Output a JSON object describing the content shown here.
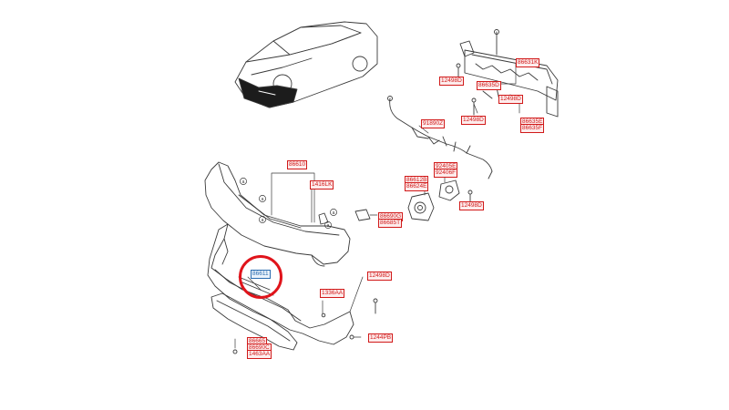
{
  "colors": {
    "line": "#3a3a3a",
    "label_text": "#d11a1a",
    "label_fill": "#fdecec",
    "highlight_label": "#2a6cb0",
    "callout": "#e0141b"
  },
  "labels": {
    "l86631K": "86631K",
    "l12498D_a": "12498D",
    "l86635D": "86635D",
    "l12498D_b": "12498D",
    "l12498D_c": "12498D",
    "l86635E": "86635E",
    "l86635F": "86635F",
    "l91890Z": "91890Z",
    "l86610": "86610",
    "l1416LK": "1416LK",
    "l86612B": "86612B",
    "l86624E": "86624E",
    "l92405E": "92405E",
    "l92406F": "92406F",
    "l12498D_d": "12498D",
    "l86690G": "86690G",
    "l86685T": "86685T",
    "l86611": "86611",
    "l12498D_e": "12498D",
    "l1336AA": "1336AA",
    "l1244PB": "1244PB",
    "l86665": "86665",
    "l86690C": "86690C",
    "l1463AA": "1463AA"
  },
  "markers": [
    "a",
    "a",
    "a",
    "a",
    "a"
  ],
  "highlight": {
    "label": "86611",
    "description": "circled part"
  }
}
